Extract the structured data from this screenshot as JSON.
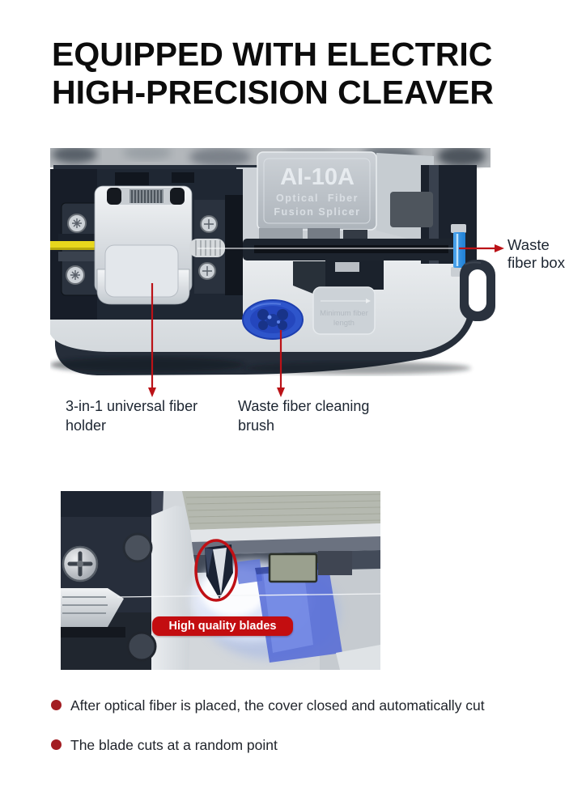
{
  "title": {
    "line1": "EQUIPPED WITH ELECTRIC",
    "line2": "HIGH-PRECISION CLEAVER"
  },
  "figure1": {
    "plate": {
      "model": "AI-10A",
      "line2": "Optical Fiber",
      "line3": "Fusion Splicer"
    },
    "min_plate": {
      "line1": "Minimum fiber",
      "line2": "length"
    },
    "labels": {
      "waste_box": "Waste fiber box",
      "holder": "3-in-1 universal fiber holder",
      "brush": "Waste fiber cleaning brush"
    }
  },
  "figure2": {
    "badge": "High quality blades"
  },
  "bullets": [
    "After optical fiber is placed, the cover closed and automatically cut",
    "The blade cuts at a random point"
  ],
  "colors": {
    "annotation_red": "#bb1217",
    "badge_red": "#c30d10",
    "bullet_red": "#a21d22",
    "label_text": "#1c2531",
    "title_text": "#0c0c0c",
    "brush_blue": "#2e55cb",
    "waste_box_blue": "#2f8fe0"
  }
}
